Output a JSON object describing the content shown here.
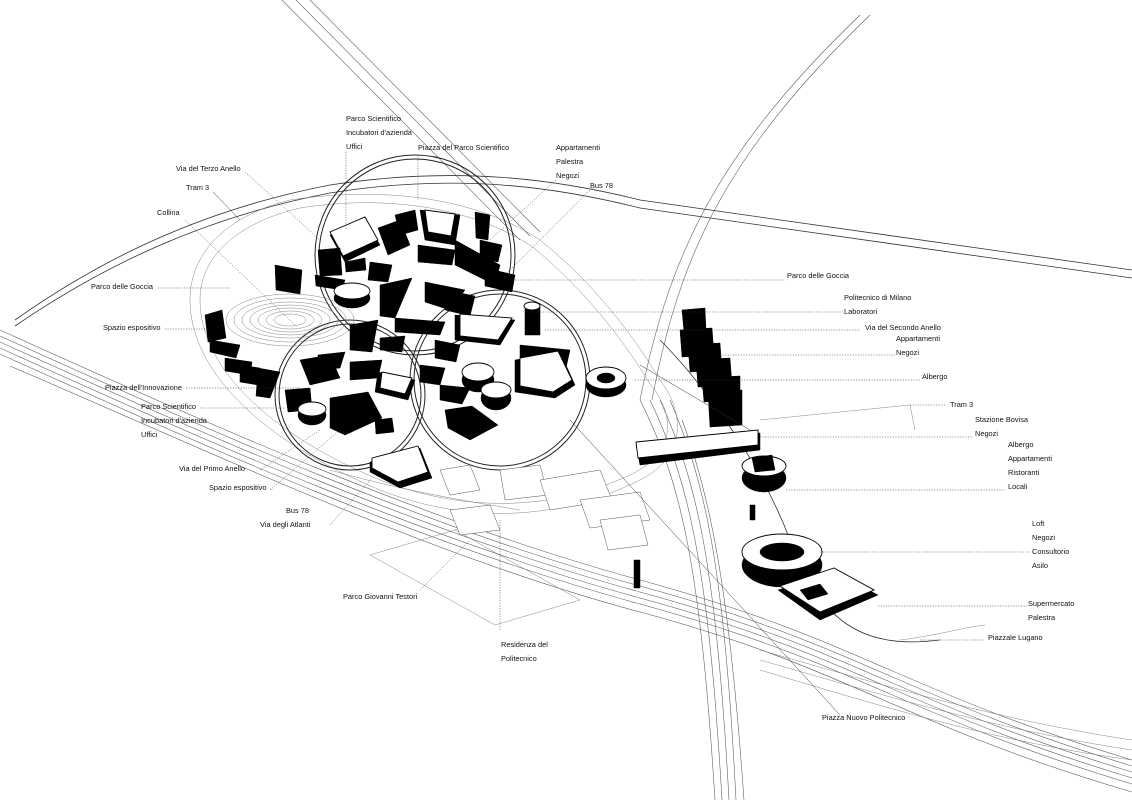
{
  "labels": {
    "parco_scientifico_top": "Parco Scientifico",
    "incubatori_top": "Incubatori d'azienda",
    "uffici_top": "Uffici",
    "piazza_parco_scientifico": "Piazza del Parco Scientifico",
    "appartamenti_top": "Appartamenti",
    "palestra_top": "Palestra",
    "negozi_top": "Negozi",
    "bus78_top": "Bus 78",
    "via_terzo_anello": "Via del Terzo Anello",
    "tram3_left": "Tram 3",
    "collina": "Collina",
    "parco_goccia_left": "Parco delle Goccia",
    "parco_goccia_right": "Parco delle Goccia",
    "spazio_espositivo_left": "Spazio espositivo",
    "politecnico_milano": "Politecnico di Milano",
    "laboratori": "Laboratori",
    "via_secondo_anello": "Via del Secondo Anello",
    "appartamenti_mid": "Appartamenti",
    "negozi_mid": "Negozi",
    "piazza_innovazione": "Piazza dell'Innovazione",
    "albergo_mid": "Albergo",
    "parco_scientifico_mid": "Parco Scientifico",
    "incubatori_mid": "Incubatori d'azienda",
    "uffici_mid": "Uffici",
    "tram3_right": "Tram 3",
    "stazione_bovisa": "Stazione Bovisa",
    "negozi_right": "Negozi",
    "albergo_right": "Albergo",
    "appartamenti_right": "Appartamenti",
    "ristoranti": "Ristoranti",
    "locali": "Locali",
    "via_primo_anello": "Via del Primo Anello",
    "spazio_espositivo_low": "Spazio espositivo",
    "bus78_low": "Bus 78",
    "via_atlanti": "Via degli Atlanti",
    "loft": "Loft",
    "negozi_low": "Negozi",
    "consultorio": "Consultorio",
    "asilo": "Asilo",
    "parco_testori": "Parco Giovanni Testori",
    "supermercato": "Supermercato",
    "palestra_low": "Palestra",
    "piazzale_lugano": "Piazzale Lugano",
    "residenza_1": "Residenza del",
    "residenza_2": "Politecnico",
    "piazza_nuovo_politecnico": "Piazza Nuovo Politecnico"
  }
}
